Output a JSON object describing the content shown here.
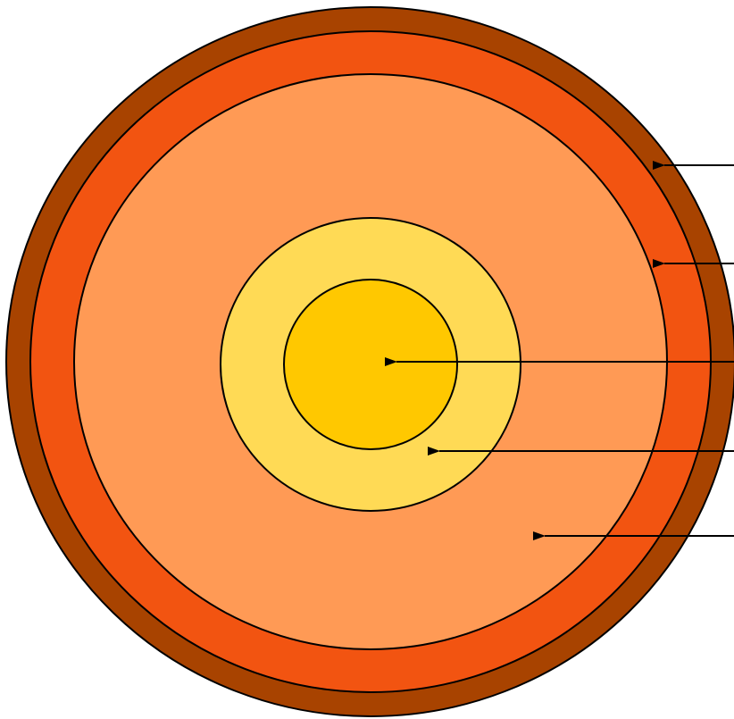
{
  "diagram": {
    "layers": [
      {
        "id": "crust",
        "color": "#A84300"
      },
      {
        "id": "upper-mantle",
        "color": "#F25411"
      },
      {
        "id": "lower-mantle",
        "color": "#FF9A55"
      },
      {
        "id": "outer-core",
        "color": "#FFDA55"
      },
      {
        "id": "inner-core",
        "color": "#FFC800"
      }
    ],
    "outline_color": "#000000",
    "pointer_color": "#000000"
  }
}
